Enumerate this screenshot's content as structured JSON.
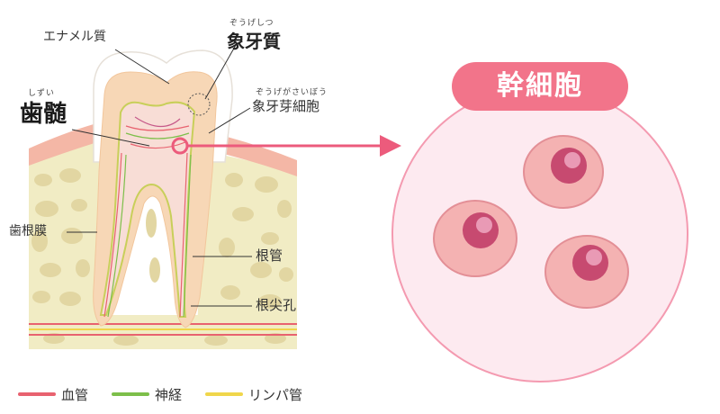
{
  "labels": {
    "enamel": "エナメル質",
    "dentin": "象牙質",
    "dentin_ruby": "ぞうげしつ",
    "odontoblast": "象牙芽細胞",
    "odontoblast_ruby": "ぞうげがさいぼう",
    "pulp": "歯髄",
    "pulp_ruby": "しずい",
    "periodontal": "歯根膜",
    "root_canal": "根管",
    "apical_foramen": "根尖孔"
  },
  "stem_cell_title": "幹細胞",
  "legend": [
    {
      "label": "血管",
      "color": "#e8626f"
    },
    {
      "label": "神経",
      "color": "#7dbf4a"
    },
    {
      "label": "リンパ管",
      "color": "#f0d64b"
    }
  ],
  "colors": {
    "bone": "#f1ecc4",
    "bone_spots": "#e2d6a2",
    "gum": "#f4b7a6",
    "gum_dark": "#e8917e",
    "enamel": "#ffffff",
    "dentin": "#f7d7b6",
    "pulp": "#f8ddd6",
    "circle_fill": "#fdeaf0",
    "circle_stroke": "#f49ab0",
    "cell": "#f4b2b2",
    "nucleus": "#c74a70",
    "arrow": "#ec5b7c"
  }
}
